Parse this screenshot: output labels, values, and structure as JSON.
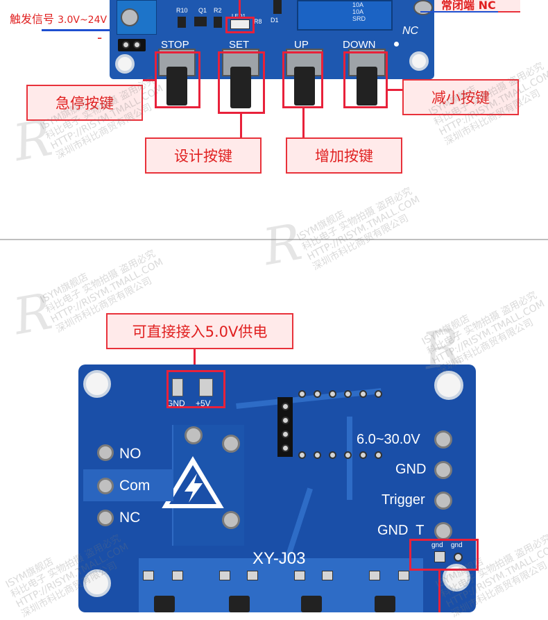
{
  "top": {
    "trigger_label": "触发信号",
    "trigger_voltage": "3.0V~24V",
    "minus_sign": "-",
    "nc_end_label": "常闭端 NC",
    "board_nc": "NC",
    "silk": {
      "r10": "R10",
      "q1": "Q1",
      "r2": "R2",
      "led1": "LED1",
      "r8": "R8",
      "d1": "D1"
    },
    "relay_text": [
      "10A",
      "10A",
      "SRD"
    ],
    "buttons": [
      {
        "silk": "STOP"
      },
      {
        "silk": "SET"
      },
      {
        "silk": "UP"
      },
      {
        "silk": "DOWN"
      }
    ],
    "callouts": {
      "stop": "急停按键",
      "set": "设计按键",
      "up": "增加按键",
      "down": "减小按键"
    }
  },
  "bottom": {
    "callout_5v": "可直接接入5.0V供电",
    "gnd_silk": "GND",
    "plus5_silk": "+5V",
    "right_pins": [
      "6.0~30.0V",
      "GND",
      "Trigger",
      "GND  T"
    ],
    "left_pins": [
      "NO",
      "Com",
      "NC"
    ],
    "model": "XY-J03",
    "gnd_small": "gnd",
    "gnd_small_2": "gnd"
  },
  "watermark": {
    "lines": [
      "ISYM旗舰店",
      "科比电子 实物拍摄 盗用必究",
      "HTTP://RISYM.TMALL.COM",
      "深圳市科比商贸有限公司"
    ],
    "logo": "R"
  },
  "colors": {
    "board": "#1e58b0",
    "callout_border": "#e8313a",
    "callout_text": "#e02020",
    "separator": "#bfbfbf"
  }
}
